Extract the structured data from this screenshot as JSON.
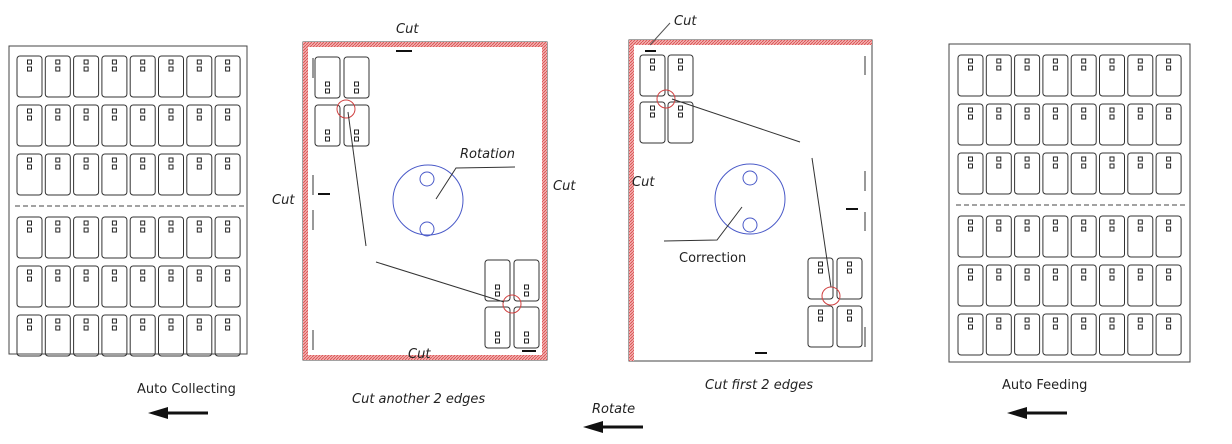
{
  "panels": [
    {
      "id": "auto-collecting",
      "caption": "Auto Collecting",
      "caption_style": "normal",
      "arrow": "left",
      "layout": "grid",
      "rows": 6,
      "cols": 8
    },
    {
      "id": "cut-another",
      "caption": "Cut another 2 edges",
      "caption_style": "italic",
      "layout": "rotated-4",
      "cut_edges": [
        "top",
        "right",
        "bottom"
      ]
    },
    {
      "id": "cut-first",
      "caption": "Cut first 2 edges",
      "caption_style": "italic",
      "layout": "corrected-4",
      "cut_edges": [
        "top",
        "left"
      ]
    },
    {
      "id": "auto-feeding",
      "caption": "Auto Feeding",
      "caption_style": "normal",
      "arrow": "left",
      "layout": "grid",
      "rows": 6,
      "cols": 8
    }
  ],
  "labels": {
    "cut": "Cut",
    "rotation": "Rotation",
    "correction": "Correction",
    "rotate": "Rotate",
    "auto_collecting": "Auto Collecting",
    "auto_feeding": "Auto Feeding",
    "cut_another": "Cut another 2 edges",
    "cut_first": "Cut first 2 edges"
  },
  "colors": {
    "line": "#333333",
    "cut_edge": "#e06060",
    "circle": "#4a5ac8",
    "marker": "#d04040"
  }
}
